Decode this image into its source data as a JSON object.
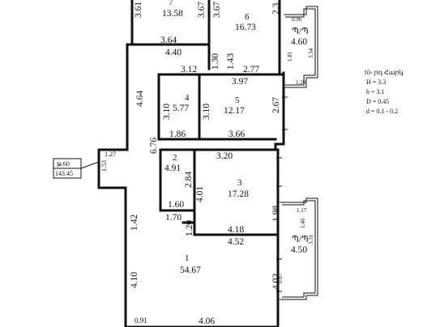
{
  "info": {
    "title": "10- րդ Հարկ",
    "lines": [
      "H = 3.3",
      "h = 3.1",
      "D = 0.45",
      "d = 0.1 - 0.2"
    ]
  },
  "label_box": {
    "top": "թ.60",
    "bottom": "143.45"
  },
  "rooms": [
    {
      "number": "1",
      "area": "54.67"
    },
    {
      "number": "2",
      "area": "4.91"
    },
    {
      "number": "3",
      "area": "17.28"
    },
    {
      "number": "4",
      "area": "5.77"
    },
    {
      "number": "5",
      "area": "12.17"
    },
    {
      "number": "6",
      "area": "16.73"
    },
    {
      "number": "7",
      "area": "13.58"
    }
  ],
  "balconies": [
    {
      "label": "Պ/Պ",
      "area": "4.60"
    },
    {
      "label": "Պ/Պ",
      "area": "4.50"
    }
  ],
  "dims": {
    "d361": "3.61",
    "d367a": "3.67",
    "d367b": "3.67",
    "d23": "2.3",
    "d364": "3.64",
    "d440": "4.40",
    "d130": "1.30",
    "d143": "1.43",
    "d312": "3.12",
    "d277": "2.77",
    "d397": "3.97",
    "d464": "4.64",
    "d310a": "3.10",
    "d310b": "3.10",
    "d267": "2.67",
    "d186": "1.86",
    "d366": "3.66",
    "d676": "6.76",
    "d320": "3.20",
    "d284": "2.84",
    "d401": "4.01",
    "d160": "1.60",
    "d170": "1.70",
    "d120": "1.20",
    "d418": "4.18",
    "d452": "4.52",
    "d198": "1.98",
    "d142": "1.42",
    "d410": "4.10",
    "d402": "4.02",
    "d406": "4.06",
    "d091": "0.91",
    "d127": "1.27",
    "d153": "1.53"
  },
  "small_dims": {
    "s096": "0.96",
    "s181": "1.81",
    "s334": "3.34",
    "s120": "1.20",
    "s117": "1.17",
    "s146": "1.46",
    "s331": "3.31",
    "s087": "0.87"
  }
}
